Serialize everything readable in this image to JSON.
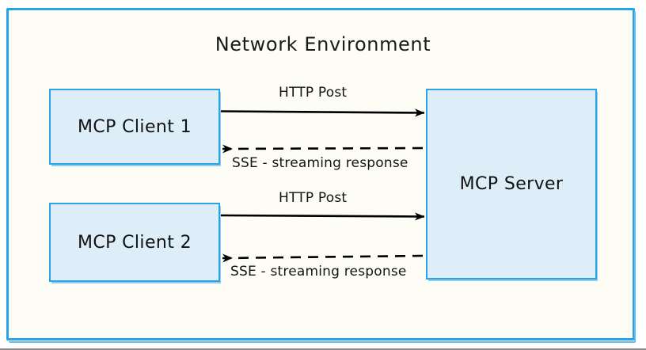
{
  "diagram": {
    "title": "Network Environment",
    "frame_border_color": "#27a3e6",
    "frame_background_color": "#fdfcf5",
    "node_fill_color": "#ddeef8",
    "node_border_color": "#2aa4e5",
    "connector_color": "#000000"
  },
  "nodes": [
    {
      "id": "client1",
      "label": "MCP Client 1"
    },
    {
      "id": "client2",
      "label": "MCP Client 2"
    },
    {
      "id": "server",
      "label": "MCP Server"
    }
  ],
  "edges": [
    {
      "id": "http-post-1",
      "label": "HTTP Post",
      "style": "solid",
      "direction": "client1-to-server"
    },
    {
      "id": "sse-1",
      "label": "SSE - streaming response",
      "style": "dashed",
      "direction": "server-to-client1"
    },
    {
      "id": "http-post-2",
      "label": "HTTP Post",
      "style": "solid",
      "direction": "client2-to-server"
    },
    {
      "id": "sse-2",
      "label": "SSE - streaming response",
      "style": "dashed",
      "direction": "server-to-client2"
    }
  ]
}
